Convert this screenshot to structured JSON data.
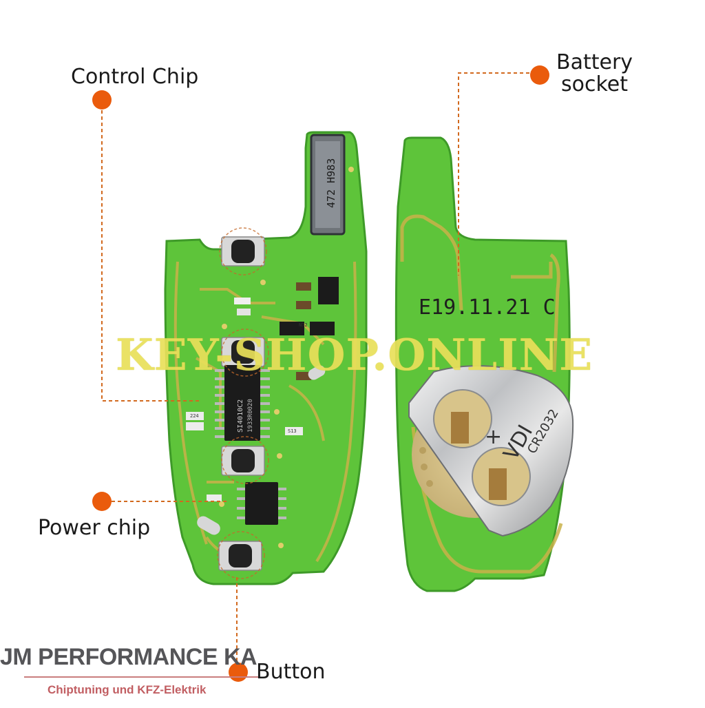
{
  "labels": {
    "control_chip": "Control Chip",
    "battery_socket_line1": "Battery",
    "battery_socket_line2": "socket",
    "power_chip": "Power chip",
    "button": "Button"
  },
  "pcb": {
    "connector_text": "472 H983",
    "main_ic_text_1": "SI4010C2",
    "main_ic_text_2": "1933R0020",
    "date_code": "E19.11.21 C",
    "battery_text_1": "VDI",
    "battery_text_2": "CR2032",
    "battery_plus": "+",
    "smd_labels": [
      "224",
      "N72",
      "S13"
    ]
  },
  "watermark": "KEY-SHOP.ONLINE",
  "brand": {
    "name": "JM PERFORMANCE KA",
    "tagline": "Chiptuning und KFZ-Elektrik"
  },
  "colors": {
    "pcb_green": "#5ec43a",
    "pcb_edge": "#3e9a28",
    "trace_gold": "#c9b24a",
    "accent_orange": "#ea5b0c",
    "watermark_yellow": "#e9e05a",
    "brand_gray": "#555558",
    "brand_red": "#c15e62"
  }
}
